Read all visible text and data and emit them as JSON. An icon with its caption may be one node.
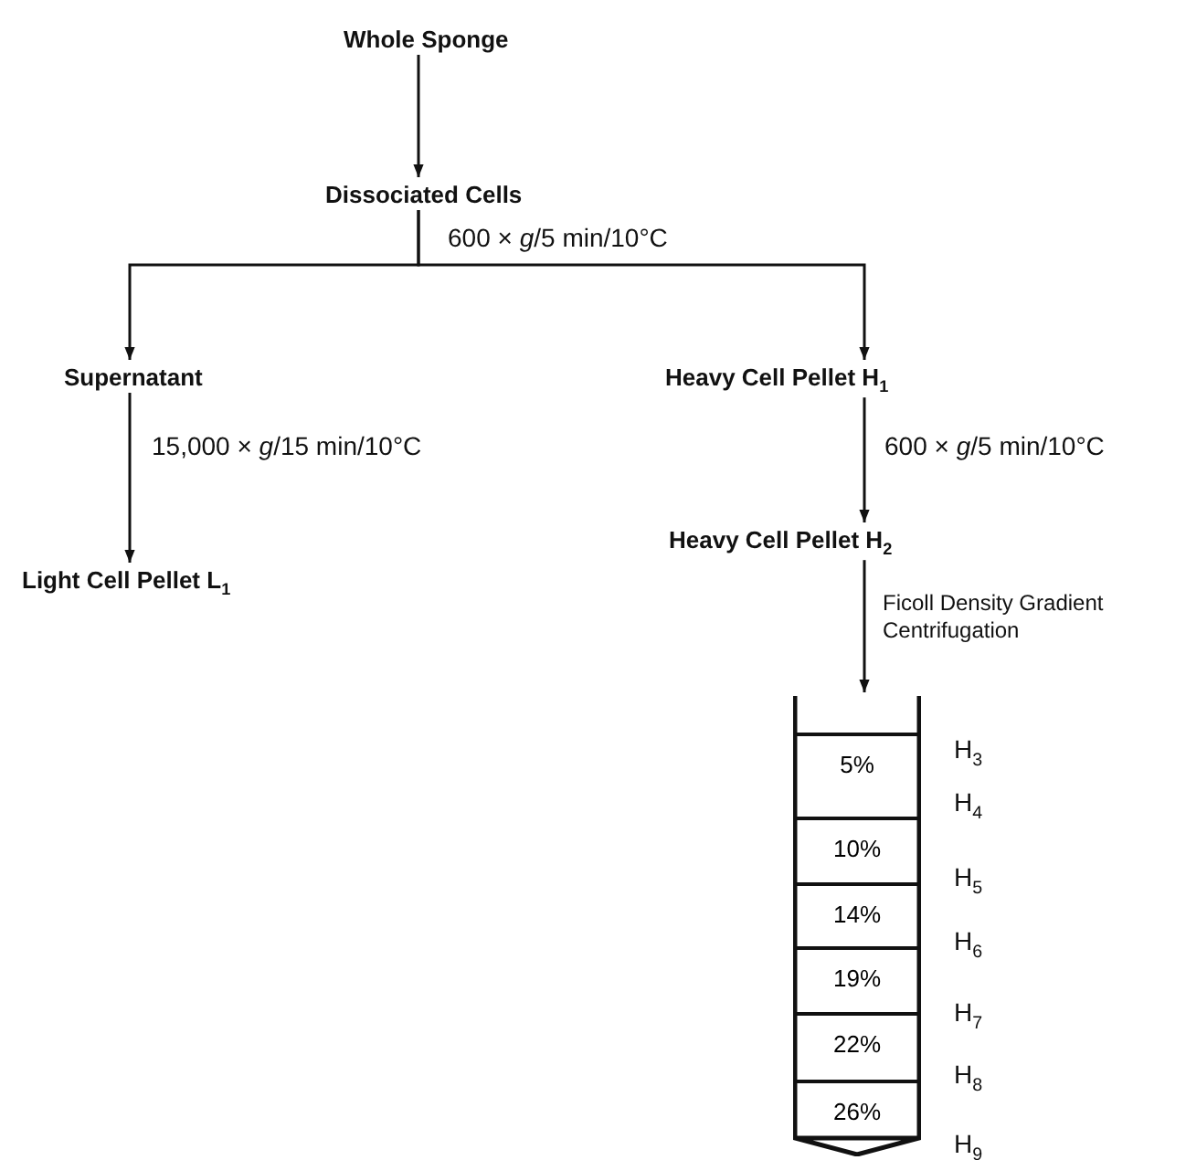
{
  "diagram": {
    "nodes": [
      {
        "text": [
          "Whole Sponge"
        ]
      },
      {
        "text": [
          "Dissociated Cells"
        ]
      },
      {
        "text": [
          "Supernatant"
        ]
      },
      {
        "text": [
          "Heavy Cell Pellet H$_{1}$"
        ]
      },
      {
        "text": [
          "Light Cell Pellet L$_{1}$"
        ]
      },
      {
        "text": [
          "Heavy Cell Pellet H$_{2}$"
        ]
      },
      {
        "text": [],
        "shape": "picture"
      },
      {
        "text": [
          "5%"
        ],
        "in": 6
      },
      {
        "text": [
          "10%"
        ],
        "in": 6
      },
      {
        "text": [
          "14%"
        ],
        "in": 6
      },
      {
        "text": [
          "19%"
        ],
        "in": 6
      },
      {
        "text": [
          "22%"
        ],
        "in": 6
      },
      {
        "text": [
          "26%"
        ],
        "in": 6
      }
    ],
    "edges": [
      {
        "from": 0,
        "to": 1,
        "arrow": "to"
      },
      {
        "from": 1,
        "to": 2,
        "arrow": "to",
        "label": "600 × *g*/5 min/10°C"
      },
      {
        "from": 1,
        "to": 3,
        "arrow": "to"
      },
      {
        "from": 2,
        "to": 4,
        "arrow": "to",
        "label": "15,000 × *g*/15 min/10°C"
      },
      {
        "from": 3,
        "to": 5,
        "arrow": "to",
        "label": "600 × *g*/5 min/10°C"
      },
      {
        "from": 5,
        "to": 6,
        "arrow": "to",
        "label": "Ficoll Density Gradient Centrifugation"
      }
    ],
    "labels": [
      "H$_{3}$",
      "H$_{4}$",
      "H$_{5}$",
      "H$_{6}$",
      "H$_{7}$",
      "H$_{8}$",
      "H$_{9}$"
    ]
  }
}
